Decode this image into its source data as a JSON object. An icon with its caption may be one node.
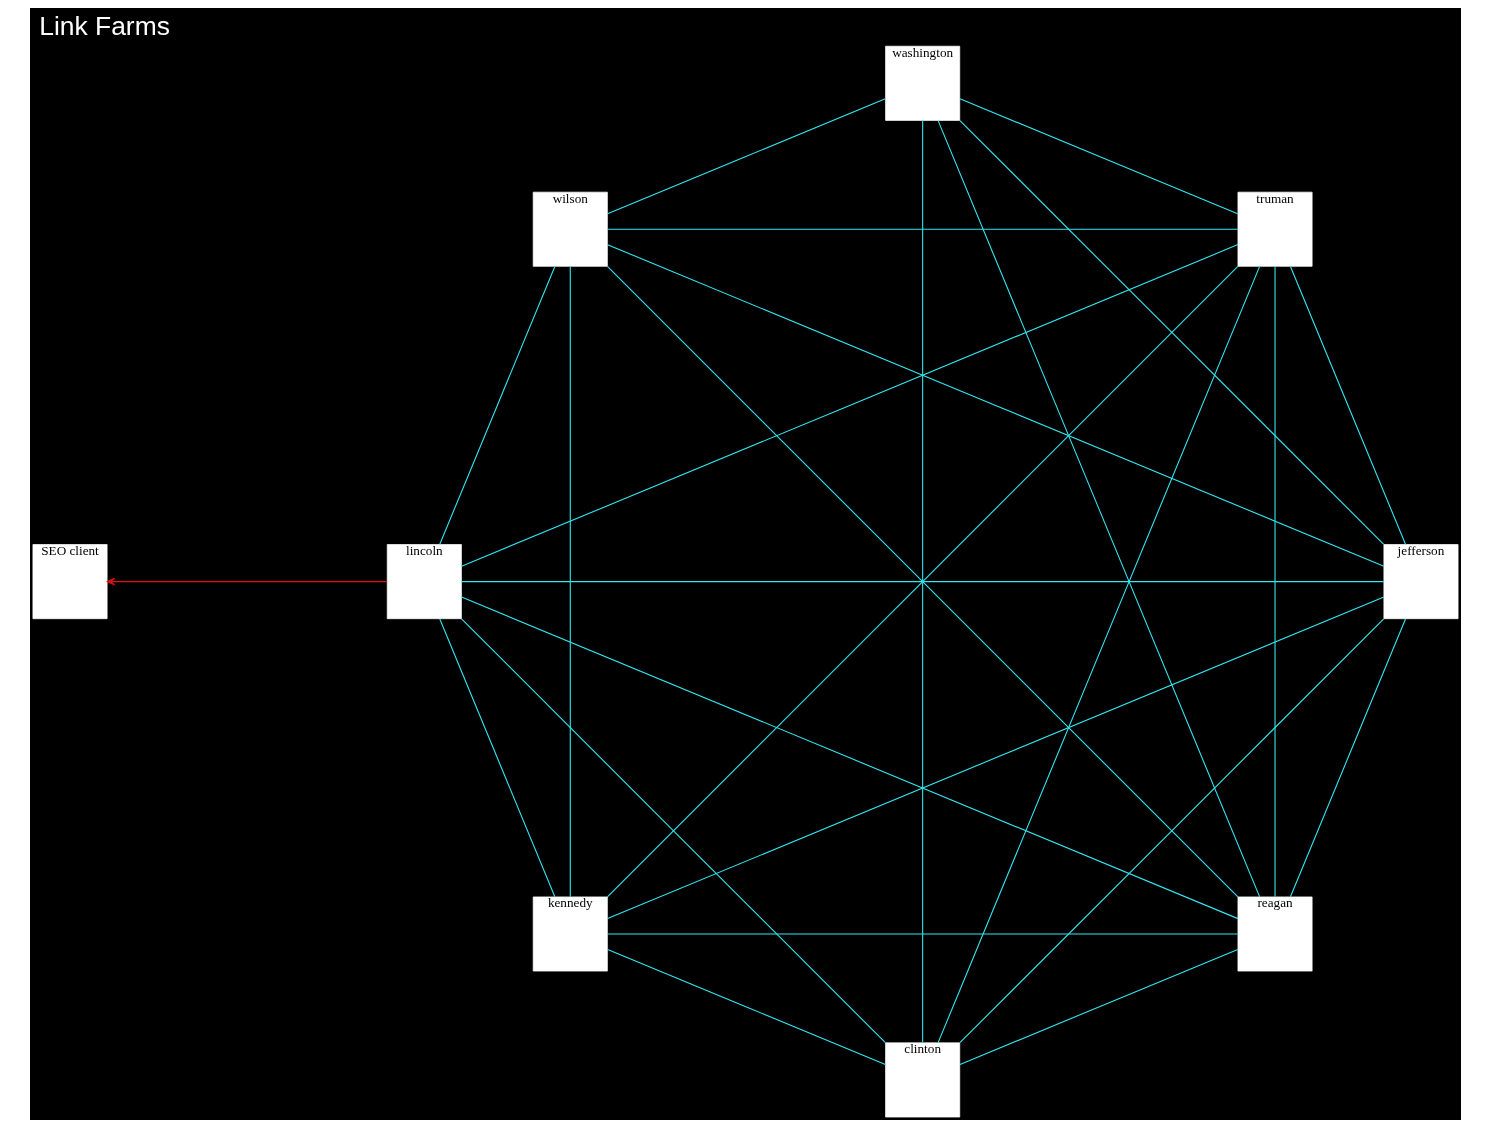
{
  "diagram": {
    "title": "Link Farms",
    "nodes": [
      {
        "text": [
          "SEO client"
        ]
      },
      {
        "text": [
          "lincoln"
        ]
      },
      {
        "text": [
          "jefferson"
        ]
      },
      {
        "text": [
          "truman"
        ]
      },
      {
        "text": [
          "reagan"
        ]
      },
      {
        "text": [
          "washington"
        ]
      },
      {
        "text": [
          "clinton"
        ]
      },
      {
        "text": [
          "wilson"
        ]
      },
      {
        "text": [
          "kennedy"
        ]
      }
    ],
    "edges": [
      {
        "from": 1,
        "to": 0,
        "arrow": "to",
        "color": "#e01010"
      },
      {
        "from": 1,
        "to": 2,
        "arrow": "none"
      },
      {
        "from": 2,
        "to": 3,
        "arrow": "none"
      },
      {
        "from": 3,
        "to": 5,
        "arrow": "none"
      },
      {
        "from": 5,
        "to": 7,
        "arrow": "none"
      },
      {
        "from": 7,
        "to": 8,
        "arrow": "none"
      },
      {
        "from": 8,
        "to": 6,
        "arrow": "none"
      },
      {
        "from": 6,
        "to": 4,
        "arrow": "none"
      },
      {
        "from": 4,
        "to": 1,
        "arrow": "none"
      },
      {
        "from": 2,
        "to": 4,
        "arrow": "none"
      },
      {
        "from": 2,
        "to": 6,
        "arrow": "none"
      },
      {
        "from": 2,
        "to": 8,
        "arrow": "none"
      },
      {
        "from": 2,
        "to": 7,
        "arrow": "none"
      },
      {
        "from": 2,
        "to": 5,
        "arrow": "none"
      },
      {
        "from": 3,
        "to": 1,
        "arrow": "none"
      },
      {
        "from": 3,
        "to": 4,
        "arrow": "none"
      },
      {
        "from": 3,
        "to": 6,
        "arrow": "none"
      },
      {
        "from": 3,
        "to": 8,
        "arrow": "none"
      },
      {
        "from": 3,
        "to": 7,
        "arrow": "none"
      },
      {
        "from": 1,
        "to": 6,
        "arrow": "none"
      },
      {
        "from": 1,
        "to": 8,
        "arrow": "none"
      },
      {
        "from": 1,
        "to": 7,
        "arrow": "none"
      },
      {
        "from": 4,
        "to": 5,
        "arrow": "none"
      },
      {
        "from": 4,
        "to": 7,
        "arrow": "none"
      },
      {
        "from": 4,
        "to": 8,
        "arrow": "none"
      },
      {
        "from": 5,
        "to": 6,
        "arrow": "none"
      }
    ]
  }
}
